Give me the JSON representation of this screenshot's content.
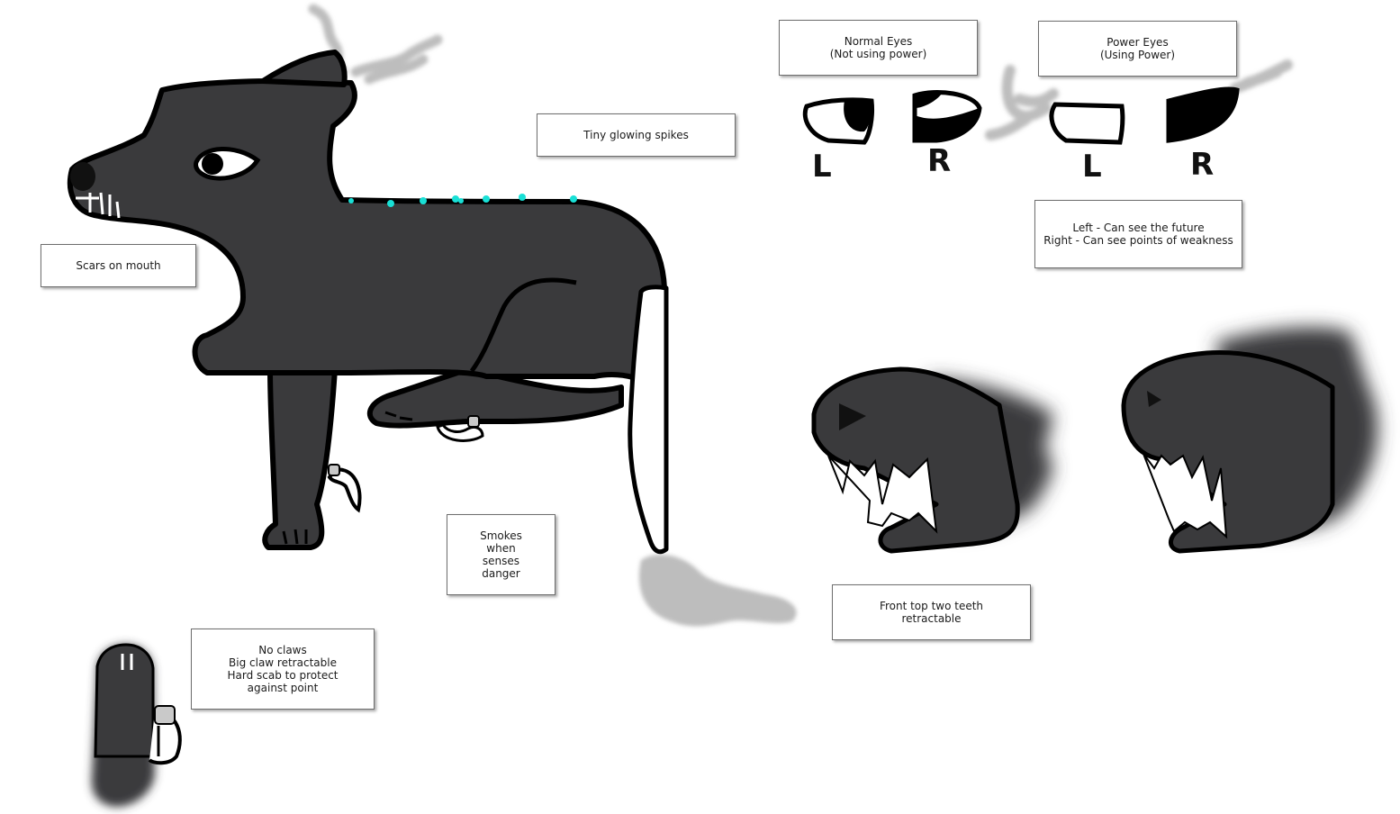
{
  "notes": {
    "normal_eyes": "Normal Eyes\n(Not using power)",
    "power_eyes": "Power Eyes\n(Using Power)",
    "spikes": "Tiny glowing spikes",
    "scars": "Scars on mouth",
    "eyes_meaning": "Left - Can see the future\nRight - Can see points of weakness",
    "smokes": "Smokes\nwhen\nsenses\ndanger",
    "teeth": "Front top two teeth\nretractable",
    "claws": "No claws\nBig claw retractable\nHard scab to protect\nagainst point"
  },
  "eye_labels": {
    "normal_left": "L",
    "normal_right": "R",
    "power_left": "L",
    "power_right": "R"
  },
  "colors": {
    "fur": "#3a3a3c",
    "outline": "#000000",
    "smoke": "#bdbdbd",
    "spikes": "#19e0d6",
    "claw": "#c9c9c9"
  }
}
